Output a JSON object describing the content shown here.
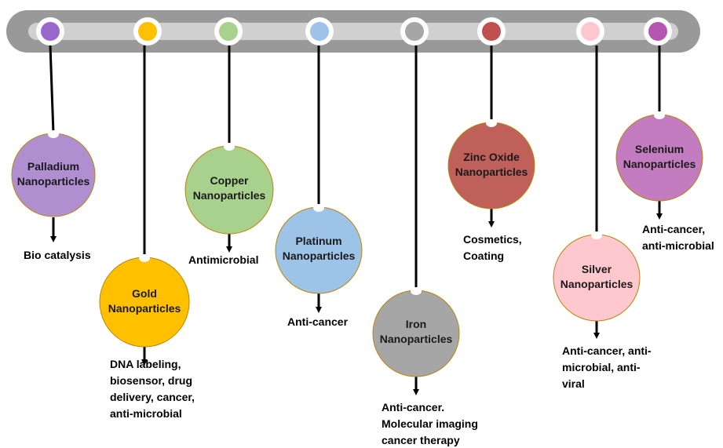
{
  "bar_color": "#999999",
  "bar_inner_color": "#d0d0d0",
  "items": [
    {
      "name_lines": [
        "Palladium",
        "Nanoparticles"
      ],
      "color": "#9966cc",
      "circle_color": "#b08fd0",
      "application_lines": [
        "Bio catalysis"
      ]
    },
    {
      "name_lines": [
        "Gold",
        "Nanoparticles"
      ],
      "color": "#ffc000",
      "circle_color": "#ffc000",
      "application_lines": [
        "DNA labeling,",
        "biosensor, drug",
        "delivery,  cancer,",
        "anti-microbial"
      ]
    },
    {
      "name_lines": [
        "Copper",
        "Nanoparticles"
      ],
      "color": "#a9d18e",
      "circle_color": "#a9d18e",
      "application_lines": [
        "Antimicrobial"
      ]
    },
    {
      "name_lines": [
        "Platinum",
        "Nanoparticles"
      ],
      "color": "#9dc3e6",
      "circle_color": "#9dc3e6",
      "application_lines": [
        "Anti-cancer"
      ]
    },
    {
      "name_lines": [
        "Iron",
        "Nanoparticles"
      ],
      "color": "#a6a6a6",
      "circle_color": "#a6a6a6",
      "application_lines": [
        "Anti-cancer.",
        "Molecular imaging",
        "cancer therapy"
      ]
    },
    {
      "name_lines": [
        "Zinc Oxide",
        "Nanoparticles"
      ],
      "color": "#c0504d",
      "circle_color": "#c0605a",
      "application_lines": [
        "Cosmetics,",
        "Coating"
      ]
    },
    {
      "name_lines": [
        "Silver",
        "Nanoparticles"
      ],
      "color": "#ffc7ce",
      "circle_color": "#ffc7ce",
      "application_lines": [
        "Anti-cancer, anti-",
        "microbial, anti-",
        "viral"
      ]
    },
    {
      "name_lines": [
        "Selenium",
        "Nanoparticles"
      ],
      "color": "#b455b0",
      "circle_color": "#c27cbf",
      "application_lines": [
        "Anti-cancer,",
        "anti-microbial"
      ]
    }
  ]
}
